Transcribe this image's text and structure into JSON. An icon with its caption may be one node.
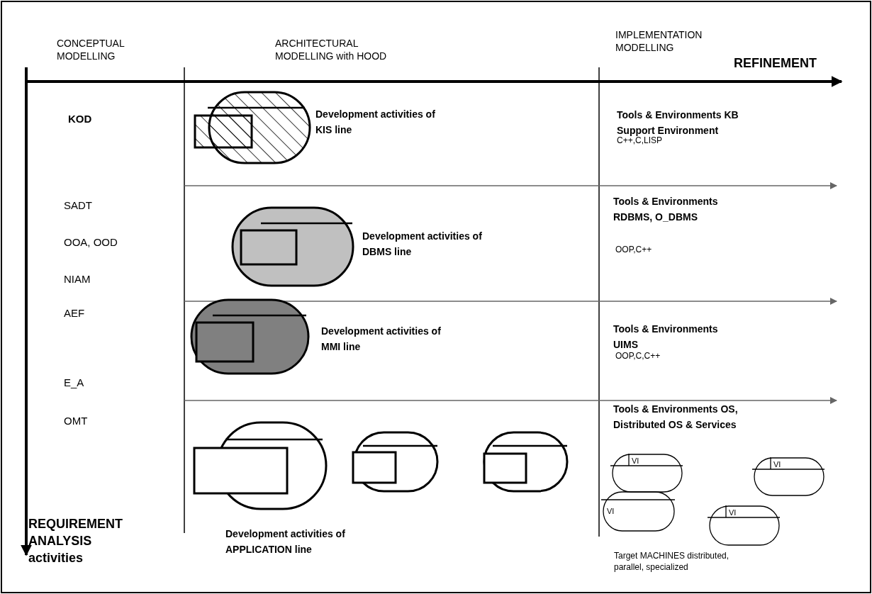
{
  "diagram": {
    "nodes": [
      {
        "text": [],
        "shape": "box",
        "beside": [
          "Development activities of KIS line"
        ]
      },
      {
        "text": [],
        "shape": "box",
        "beside": [
          "Development activities of DBMS line"
        ]
      },
      {
        "text": [],
        "shape": "box",
        "beside": [
          "Development activities of MMI line"
        ]
      },
      {
        "text": [],
        "shape": "box",
        "beside": [
          "Development activities of APPLICATION line"
        ]
      },
      {
        "text": [],
        "shape": "box"
      },
      {
        "text": [],
        "shape": "box"
      },
      {
        "text": [
          "VI"
        ]
      },
      {
        "text": [
          "VI"
        ]
      },
      {
        "text": [
          "VI"
        ]
      },
      {
        "text": [
          "VI"
        ]
      }
    ],
    "edges": [],
    "labels": [
      "CONCEPTUAL MODELLING",
      "ARCHITECTURAL MODELLING with HOOD",
      "IMPLEMENTATION MODELLING",
      "REFINEMENT",
      "KOD",
      "Tools & Environments KB Support Environment",
      "C++,C,LISP",
      "SADT",
      "Tools & Environments RDBMS, O_DBMS",
      "OOA, OOD",
      "OOP,C++",
      "NIAM",
      "AEF",
      "Tools & Environments UIMS",
      "OOP,C,C++",
      "E_A",
      "OMT",
      "Tools & Environments OS, Distributed OS & Services",
      "REQUIREMENT ANALYSIS activities",
      "Target MACHINES distributed, parallel, specialized"
    ]
  }
}
